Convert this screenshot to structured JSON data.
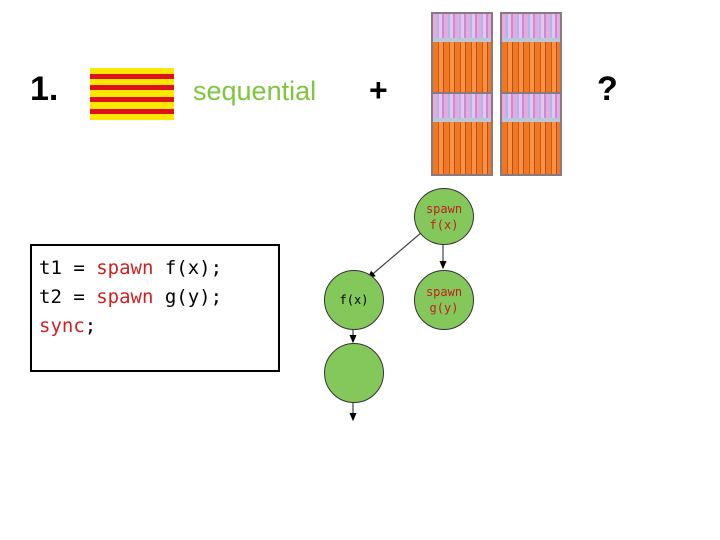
{
  "slide": {
    "number": "1.",
    "sequential_label": "sequential",
    "plus_symbol": "+",
    "question_mark": "?"
  },
  "flag": {
    "name": "catalan-flag-icon",
    "colors": {
      "field": "#ffe800",
      "stripes": "#e0101a"
    }
  },
  "chips": {
    "icon": "multicore-processor-die-icon",
    "count": 4
  },
  "code": {
    "lines": [
      [
        {
          "t": "t1 = ",
          "kw": false
        },
        {
          "t": "spawn",
          "kw": true
        },
        {
          "t": " f(x);",
          "kw": false
        }
      ],
      [
        {
          "t": "t2 = ",
          "kw": false
        },
        {
          "t": "spawn",
          "kw": true
        },
        {
          "t": " g(y);",
          "kw": false
        }
      ],
      [
        {
          "t": "sync",
          "kw": true
        },
        {
          "t": ";",
          "kw": false
        }
      ]
    ]
  },
  "dag": {
    "nodes": {
      "spawn_f": "spawn\nf(x)",
      "spawn_g": "spawn\ng(y)",
      "fx": "f(x)",
      "empty": ""
    }
  },
  "colors": {
    "node_fill": "#84c85c",
    "keyword": "#d02020",
    "sequential_text": "#7ec63e"
  }
}
